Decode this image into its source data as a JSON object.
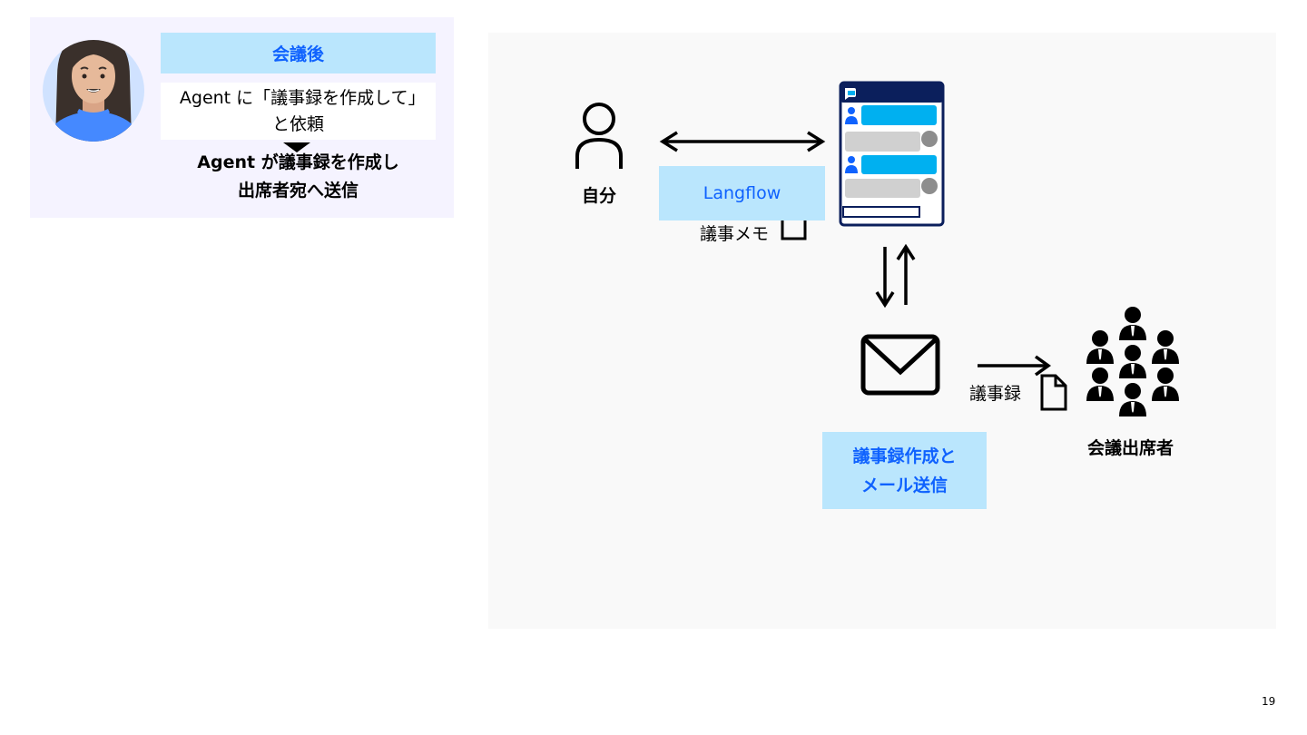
{
  "left_card": {
    "phase_label": "会議後",
    "request_text": "Agent に「議事録を作成して」と依頼",
    "result_line1": "Agent が議事録を作成し",
    "result_line2": "出席者宛へ送信"
  },
  "diagram": {
    "self_label": "自分",
    "langflow_label": "Langflow",
    "memo_label": "議事メモ",
    "minutes_label": "議事録",
    "attendees_label": "会議出席者",
    "task_line1": "議事録作成と",
    "task_line2": "メール送信"
  },
  "icons": {
    "user": "user-outline-icon",
    "chat": "chat-app-icon",
    "mail": "envelope-icon",
    "doc": "document-icon",
    "group": "people-group-icon"
  },
  "colors": {
    "accent_blue": "#0f62fe",
    "light_blue_box": "#bae6fd",
    "card_bg": "#f5f3ff",
    "panel_bg": "#f9f9f9",
    "chat_navy": "#0b1f5c",
    "bubble_cyan": "#00b0f0"
  },
  "footer": {
    "page_number": "19"
  }
}
